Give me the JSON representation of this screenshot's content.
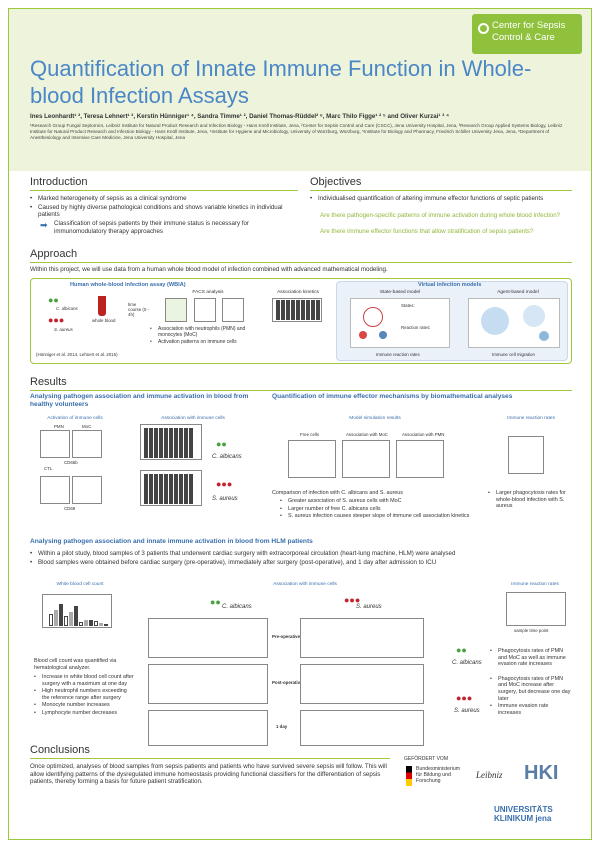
{
  "header": {
    "logo_text": "Center for Sepsis Control & Care",
    "title": "Quantification of Innate Immune Function in Whole-blood Infection Assays",
    "authors": "Ines Leonhardt¹ ², Teresa Lehnert¹ ², Kerstin Hünniger¹ ⁴, Sandra Timme¹ ², Daniel Thomas-Rüddel² ⁶, Marc Thilo Figge¹ ² ⁵ and Oliver Kurzai¹ ² ⁴",
    "affiliations": "¹Research Group Fungal Septomics, Leibniz Institute for Natural Product Research and Infection Biology - Hans Knöll Institute, Jena, ²Center for Sepsis Control and Care (CSCC), Jena University Hospital, Jena, ³Research Group Applied Systems Biology, Leibniz Institute for Natural Product Research and Infection Biology - Hans Knöll Institute, Jena, ⁴Institute for Hygiene and Microbiology, University of Würzburg, Würzburg, ⁵Institute for Biology and Pharmacy, Friedrich Schiller University Jena, Jena, ⁶Department of Anesthesiology and Intensive Care Medicine, Jena University Hospital, Jena"
  },
  "introduction": {
    "heading": "Introduction",
    "bullets": [
      "Marked heterogeneity of sepsis as a clinical syndrome",
      "Caused by highly diverse pathological conditions and shows variable kinetics in individual patients"
    ],
    "arrow_text": "Classification of sepsis patients by their immune status is necessary for immunomodulatory therapy approaches"
  },
  "objectives": {
    "heading": "Objectives",
    "bullets": [
      "Individualised quantification of altering immune effector functions of septic patients"
    ],
    "questions": [
      "Are there pathogen-specific patterns of immune activation during whole blood infection?",
      "Are there immune effector functions that allow stratification of sepsis patients?"
    ]
  },
  "approach": {
    "heading": "Approach",
    "text": "Within this project, we will use data from a human whole blood model of infection combined with advanced mathematical modeling.",
    "wbia_title": "Human whole-blood infection assay (WBIA)",
    "calbicans": "C. albicans",
    "saureus": "S. aureus",
    "whole_blood": "whole blood",
    "time_course": "time course (0 - 4h)",
    "facs": "FACS analysis",
    "assoc_kinetics": "Association kinetics",
    "bullets": [
      "Association with neutrophils (PMN) and monocytes (MoC)",
      "Activation patterns on immune cells"
    ],
    "citation": "(Hünniger et al. 2014, Lehnert et al. 2015)",
    "virtual_title": "Virtual infection models",
    "state_model": "State-based model",
    "agent_model": "Agent-based model",
    "reaction_rates": "Immune reaction rates",
    "cell_migration": "Immune cell migration",
    "states_label": "States:",
    "reaction_label": "Reaction rates:"
  },
  "results": {
    "heading": "Results",
    "sub1": "Analysing pathogen association and immune activation in blood from healthy volunteers",
    "sub2": "Quantification of immune effector mechanisms by biomathematical analyses",
    "act_cells": "Activation of immune cells",
    "assoc_cells": "Association with immune cells",
    "pmn": "PMN",
    "moc": "MoC",
    "cd66b": "CD66b",
    "cd69": "CD69",
    "ctl": "CTL",
    "sim_results": "Model simulation results",
    "free_cells": "Free cells",
    "assoc_moc": "Association with MoC",
    "assoc_pmn": "Association with PMN",
    "reaction_rates": "Immune reaction rates",
    "comparison": "Comparison of infection with C. albicans and S. aureus",
    "comp_bullets": [
      "Greater association of S. aureus cells with MoC",
      "Larger number of free C. albicans cells",
      "S. aureus infection causes steeper slope of immune cell association kinetics"
    ],
    "right_bullet": "Larger phagocytosis rates for whole-blood infection with S. aureus",
    "sub3": "Analysing pathogen association and innate immune activation in blood from HLM patients",
    "hlm_bullets": [
      "Within a pilot study, blood samples of 3 patients that underwent cardiac surgery with extracorporeal circulation (heart-lung machine, HLM) were analysed",
      "Blood samples were obtained before cardiac surgery (pre-operative), immediately after surgery (post-operative), and 1 day after admission to ICU"
    ],
    "wbc_title": "White blood cell count",
    "wbc_text": "Blood cell count was quantified via hematological analyzer.",
    "wbc_bullets": [
      "Increase in white blood cell count after surgery with a maximum at one day",
      "High neutrophil numbers exceeding the reference range after surgery",
      "Monocyte number increases",
      "Lymphocyte number decreases"
    ],
    "pre_op": "Pre-operative",
    "post_op": "Post-operative",
    "one_day": "1 day",
    "sample_time": "sample time point",
    "hlm_rates_title": "Immune reaction rates",
    "hlm_right1": "Phagocytosis rates of PMN and MoC as well as immune evasion rate increases",
    "hlm_right2": "Phagocytosis rates of PMN and MoC increase after surgery, but decrease one day later",
    "hlm_right3": "Immune evasion rate increases"
  },
  "conclusions": {
    "heading": "Conclusions",
    "text": "Once optimized, analyses of blood samples from sepsis patients and patients who have survived severe sepsis will follow. This will allow identifying patterns of the dysregulated immune homeostasis providing functional classifiers for the differentiation of sepsis patients, thereby forming a basis for future patient stratification."
  },
  "footer": {
    "funded_by": "GEFÖRDERT VOM",
    "bmbf": "Bundesministerium für Bildung und Forschung",
    "leibniz": "Leibniz",
    "hki": "HKI",
    "uk": "UNIVERSITÄTS KLINIKUM jena"
  },
  "colors": {
    "accent_green": "#9cc83c",
    "title_blue": "#4a87c6",
    "dark_blue": "#3a6fae"
  }
}
